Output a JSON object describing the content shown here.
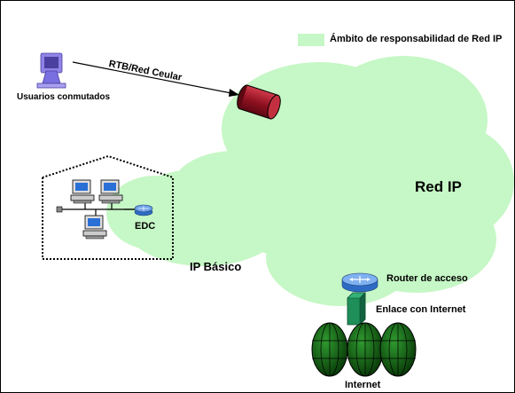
{
  "legend": {
    "label": "Ámbito de responsabilidad de Red IP",
    "color": "#c6f7c6"
  },
  "network": {
    "cloud_label": "Red IP",
    "inner_cloud_label": "IP Básico",
    "cloud_color": "#c6f7c6"
  },
  "dialup": {
    "users_label": "Usuarios conmutados",
    "link_label": "RTB/Red Ceular",
    "icon": "computer-user-icon",
    "node_icon": "access-server-icon",
    "node_color": "#a8192e"
  },
  "customer": {
    "device_label": "EDC",
    "icons": [
      "workstation-icon",
      "workstation-icon",
      "workstation-icon",
      "router-icon"
    ]
  },
  "internet": {
    "router_label": "Router de acceso",
    "link_label": "Enlace con Internet",
    "globe_label": "Internet",
    "icons": [
      "router-icon",
      "link-connector-icon",
      "globe-icon"
    ]
  }
}
